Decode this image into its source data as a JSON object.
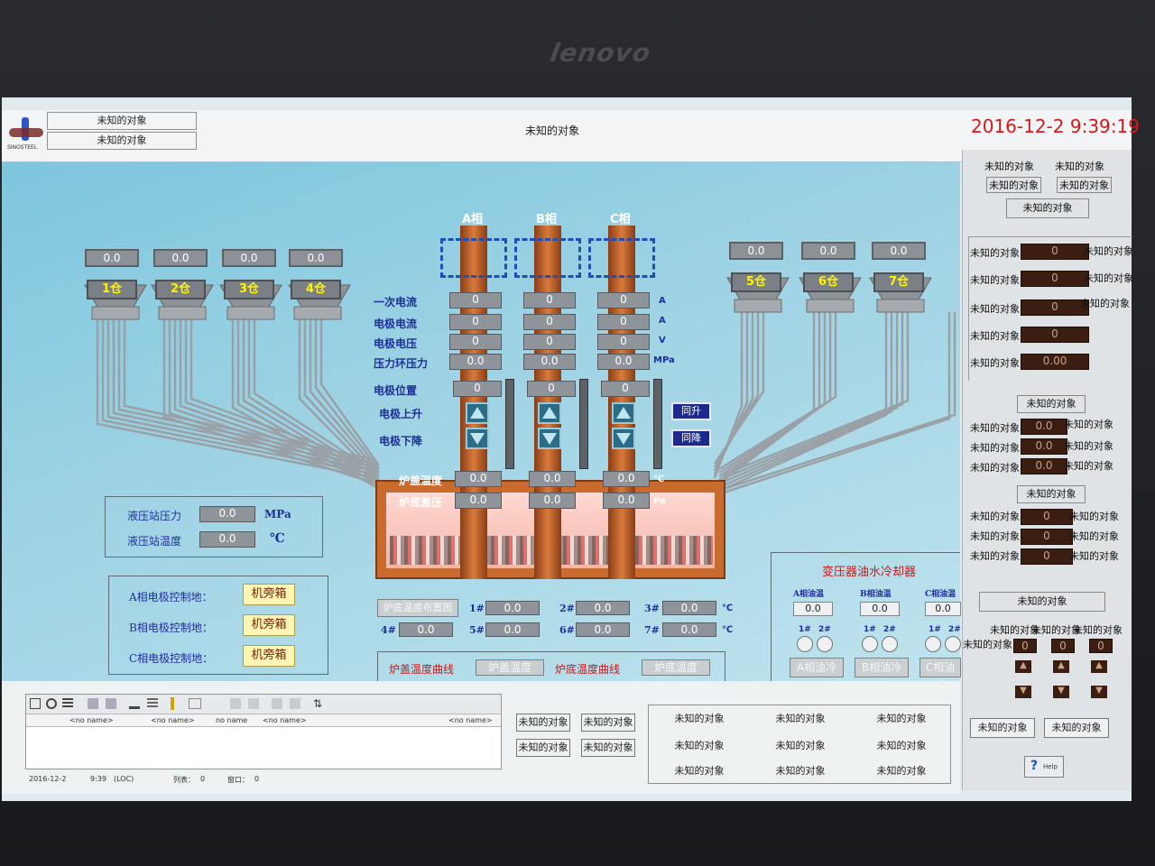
{
  "monitor": {
    "brand": "lenovo"
  },
  "header": {
    "logo_text": "SINOSTEEL",
    "obj1": "未知的对象",
    "obj2": "未知的对象",
    "title": "未知的对象",
    "datetime": "2016-12-2 9:39:19"
  },
  "bins_left": [
    {
      "value": "0.0",
      "label": "1仓"
    },
    {
      "value": "0.0",
      "label": "2仓"
    },
    {
      "value": "0.0",
      "label": "3仓"
    },
    {
      "value": "0.0",
      "label": "4仓"
    }
  ],
  "bins_right": [
    {
      "value": "0.0",
      "label": "5仓"
    },
    {
      "value": "0.0",
      "label": "6仓"
    },
    {
      "value": "0.0",
      "label": "7仓"
    }
  ],
  "phases": [
    "A相",
    "B相",
    "C相"
  ],
  "electrode": {
    "rows": [
      {
        "label": "一次电流",
        "values": [
          "0",
          "0",
          "0"
        ],
        "unit": "A"
      },
      {
        "label": "电极电流",
        "values": [
          "0",
          "0",
          "0"
        ],
        "unit": "A"
      },
      {
        "label": "电极电压",
        "values": [
          "0",
          "0",
          "0"
        ],
        "unit": "V"
      },
      {
        "label": "压力环压力",
        "values": [
          "0.0",
          "0.0",
          "0.0"
        ],
        "unit": "MPa"
      },
      {
        "label": "电极位置",
        "values": [
          "0",
          "0",
          "0"
        ],
        "unit": ""
      }
    ],
    "up_label": "电极上升",
    "down_label": "电极下降",
    "sync_up": "同升",
    "sync_down": "同降"
  },
  "furnace": {
    "cover_temp_label": "炉盖温度",
    "cover_temp": [
      "0.0",
      "0.0",
      "0.0"
    ],
    "cover_temp_unit": "℃",
    "bottom_dp_label": "炉底差压",
    "bottom_dp": [
      "0.0",
      "0.0",
      "0.0"
    ],
    "bottom_dp_unit": "Pa"
  },
  "hydraulic": {
    "pressure_label": "液压站压力",
    "pressure": "0.0",
    "pressure_unit": "MPa",
    "temp_label": "液压站温度",
    "temp": "0.0",
    "temp_unit": "℃"
  },
  "control": [
    {
      "label": "A相电极控制地：",
      "value": "机旁箱"
    },
    {
      "label": "B相电极控制地：",
      "value": "机旁箱"
    },
    {
      "label": "C相电极控制地：",
      "value": "机旁箱"
    }
  ],
  "bottom_temp": {
    "button": "炉底温度布置图",
    "points": [
      {
        "id": "1#",
        "value": "0.0"
      },
      {
        "id": "2#",
        "value": "0.0"
      },
      {
        "id": "3#",
        "value": "0.0"
      },
      {
        "id": "4#",
        "value": "0.0"
      },
      {
        "id": "5#",
        "value": "0.0"
      },
      {
        "id": "6#",
        "value": "0.0"
      },
      {
        "id": "7#",
        "value": "0.0"
      }
    ],
    "unit": "℃"
  },
  "curves": {
    "cover_label": "炉盖温度曲线",
    "cover_btn": "炉盖温度",
    "bottom_label": "炉底温度曲线",
    "bottom_btn": "炉底温度"
  },
  "cooler": {
    "title": "变压器油水冷却器",
    "phases": [
      {
        "oil_label": "A相油温",
        "value": "0.0",
        "btn": "A相油冷"
      },
      {
        "oil_label": "B相油温",
        "value": "0.0",
        "btn": "B相油冷"
      },
      {
        "oil_label": "C相油温",
        "value": "0.0",
        "btn": "C相油冷"
      }
    ],
    "pump1": "1#",
    "pump2": "2#"
  },
  "alarm": {
    "columns": [
      "<no name>",
      "<no name>",
      "no name",
      "<no name>",
      "<no name>"
    ],
    "status_date": "2016-12-2",
    "status_time": "9:39",
    "status_loc": "(LOC)",
    "list_label": "列表：",
    "list_count": "0",
    "window_label": "窗口：",
    "window_count": "0"
  },
  "bottom_objs_small": [
    "未知的对象",
    "未知的对象",
    "未知的对象",
    "未知的对象"
  ],
  "bottom_objs_grid": [
    "未知的对象",
    "未知的对象",
    "未知的对象",
    "未知的对象",
    "未知的对象",
    "未知的对象",
    "未知的对象",
    "未知的对象",
    "未知的对象"
  ],
  "right_panel": {
    "top_objs": [
      "未知的对象",
      "未知的对象",
      "未知的对象",
      "未知的对象"
    ],
    "top_title": "未知的对象",
    "rows1": [
      {
        "left": "未知的对象",
        "value": "0",
        "right": "未知的对象"
      },
      {
        "left": "未知的对象",
        "value": "0",
        "right": "未知的对象"
      },
      {
        "left": "未知的对象",
        "value": "0",
        "right": "未知的对象"
      },
      {
        "left": "未知的对象",
        "value": "0",
        "right": ""
      },
      {
        "left": "未知的对象",
        "value": "0.00",
        "right": ""
      }
    ],
    "sec2_title": "未知的对象",
    "rows2": [
      {
        "left": "未知的对象",
        "value": "0.0",
        "right": "未知的对象"
      },
      {
        "left": "未知的对象",
        "value": "0.0",
        "right": "未知的对象"
      },
      {
        "left": "未知的对象",
        "value": "0.0",
        "right": "未知的对象"
      }
    ],
    "sec3_title": "未知的对象",
    "rows3": [
      {
        "left": "未知的对象",
        "value": "0",
        "right": "未知的对象"
      },
      {
        "left": "未知的对象",
        "value": "0",
        "right": "未知的对象"
      },
      {
        "left": "未知的对象",
        "value": "0",
        "right": "未知的对象"
      }
    ],
    "sec4_title": "未知的对象",
    "grid_labels": [
      "未知的对象",
      "未知的对象",
      "未知的对象",
      "未知的对象"
    ],
    "grid_vals": [
      "0",
      "0",
      "0"
    ],
    "bottom_btns": [
      "未知的对象",
      "未知的对象"
    ],
    "help": "Help"
  }
}
